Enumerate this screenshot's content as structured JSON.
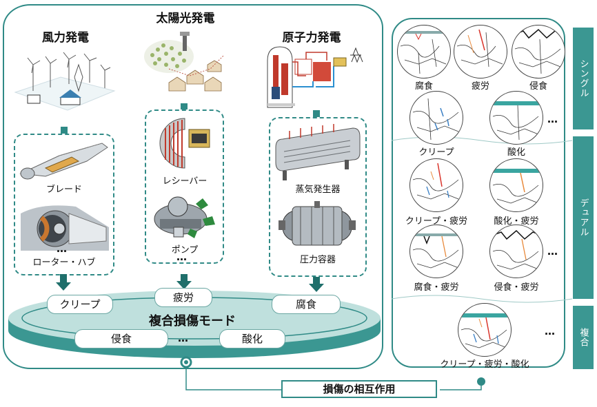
{
  "sources": [
    {
      "title": "風力発電",
      "components": [
        "ブレード",
        "ローター・ハブ"
      ],
      "icon": "wind-farm-illustration",
      "ellipsis": "…"
    },
    {
      "title": "太陽光発電",
      "components": [
        "レシーバー",
        "ポンプ"
      ],
      "icon": "solar-plant-illustration",
      "ellipsis": "…"
    },
    {
      "title": "原子力発電",
      "components": [
        "蒸気発生器",
        "圧力容器"
      ],
      "icon": "nuclear-plant-illustration",
      "ellipsis": ""
    }
  ],
  "platform": {
    "title": "複合損傷モード",
    "modes_top": [
      "クリープ",
      "疲労",
      "腐食"
    ],
    "modes_bottom": [
      "侵食",
      "…",
      "酸化"
    ]
  },
  "interaction_label": "損傷の相互作用",
  "categories": [
    "シングル",
    "デュアル",
    "複合"
  ],
  "single_modes": [
    "腐食",
    "疲労",
    "侵食",
    "クリープ",
    "酸化"
  ],
  "dual_modes": [
    "クリープ・疲労",
    "酸化・疲労",
    "腐食・疲労",
    "侵食・疲労"
  ],
  "complex_modes": [
    "クリープ・疲労・酸化"
  ],
  "ellipsis": "…",
  "colors": {
    "teal": "#2f8a86",
    "teal_light": "#bfe0dd",
    "crack_red": "#d9342b",
    "crack_orange": "#e8893b",
    "crack_blue": "#3a7fc4"
  }
}
